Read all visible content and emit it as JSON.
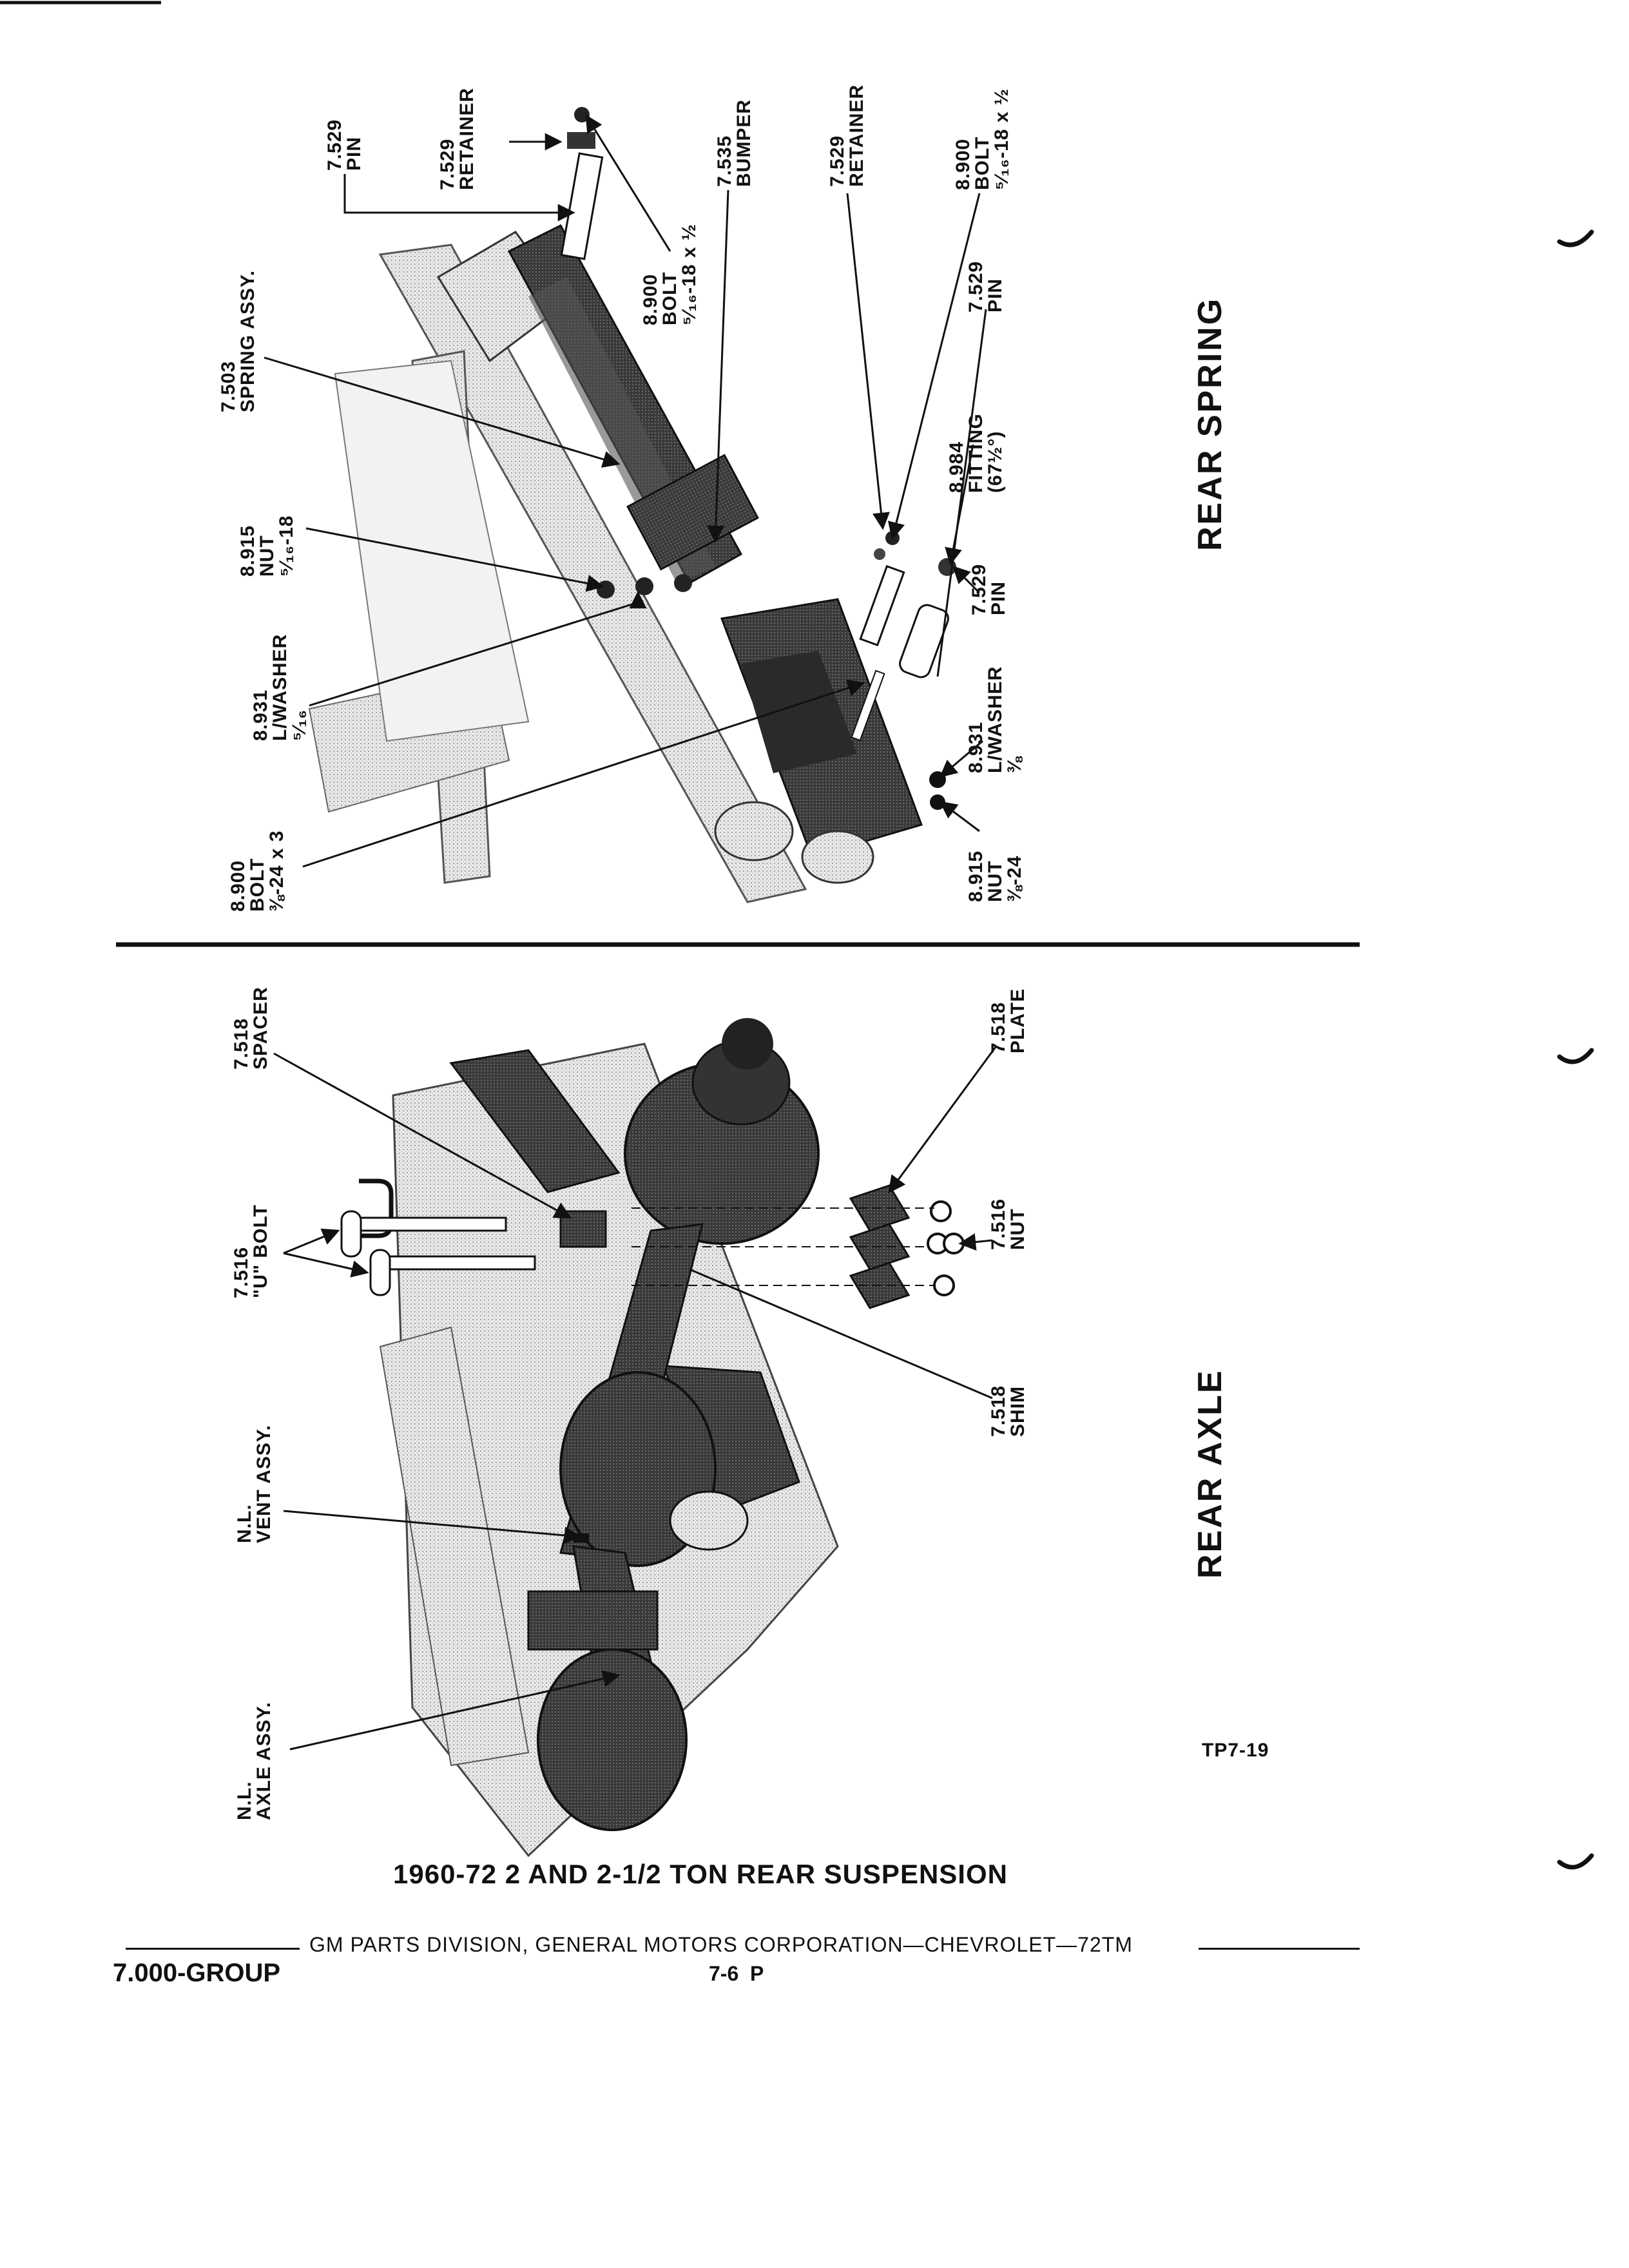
{
  "rear_spring": {
    "title": "REAR SPRING",
    "labels": {
      "pin_top": [
        "7.529",
        "PIN"
      ],
      "retainer_top": [
        "7.529",
        "RETAINER"
      ],
      "bumper": [
        "7.535",
        "BUMPER"
      ],
      "retainer_mid": [
        "7.529",
        "RETAINER"
      ],
      "bolt_right": [
        "8.900",
        "BOLT",
        "⁵⁄₁₆-18 x ½"
      ],
      "spring_assy": [
        "7.503",
        "SPRING ASSY."
      ],
      "bolt_center": [
        "8.900",
        "BOLT",
        "⁵⁄₁₆-18 x ½"
      ],
      "pin_mid": [
        "7.529",
        "PIN"
      ],
      "fitting": [
        "8.984",
        "FITTING",
        "(67½°)"
      ],
      "nut_top": [
        "8.915",
        "NUT",
        "⁵⁄₁₆-18"
      ],
      "washer_top": [
        "8.931",
        "L/WASHER",
        "⁵⁄₁₆"
      ],
      "pin_low": [
        "7.529",
        "PIN"
      ],
      "washer_low": [
        "8.931",
        "L/WASHER",
        "⅜"
      ],
      "bolt_low": [
        "8.900",
        "BOLT",
        "⅜-24 x 3"
      ],
      "nut_low": [
        "8.915",
        "NUT",
        "⅜-24"
      ]
    }
  },
  "rear_axle": {
    "title": "REAR AXLE",
    "labels": {
      "spacer": [
        "7.518",
        "SPACER"
      ],
      "plate": [
        "7.518",
        "PLATE"
      ],
      "u_bolt": [
        "7.516",
        "\"U\" BOLT"
      ],
      "nut": [
        "7.516",
        "NUT"
      ],
      "shim": [
        "7.518",
        "SHIM"
      ],
      "vent_assy": [
        "N.L.",
        "VENT ASSY."
      ],
      "axle_assy": [
        "N.L.",
        "AXLE ASSY."
      ]
    }
  },
  "figure_code": "TP7-19",
  "caption": "1960-72 2 AND 2-1/2 TON REAR SUSPENSION",
  "footer": {
    "publisher": "GM PARTS DIVISION, GENERAL MOTORS CORPORATION—CHEVROLET—72TM",
    "group": "7.000-GROUP",
    "page": "7-6  P"
  }
}
